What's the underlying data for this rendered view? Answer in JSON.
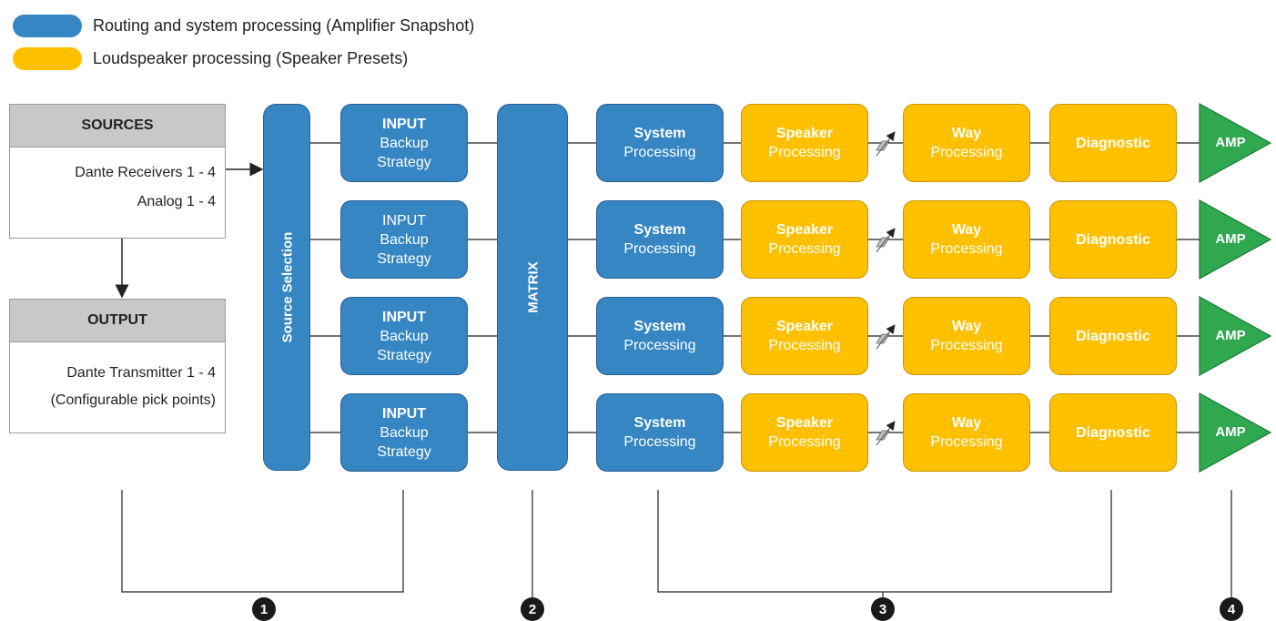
{
  "legend": [
    {
      "label": "Routing and system processing (Amplifier Snapshot)",
      "color": "#3586c2"
    },
    {
      "label": "Loudspeaker processing (Speaker Presets)",
      "color": "#ffc000"
    }
  ],
  "sources": {
    "title": "SOURCES",
    "line1": "Dante Receivers 1 - 4",
    "line2": "Analog 1 - 4"
  },
  "output": {
    "title": "OUTPUT",
    "line1": "Dante Transmitter 1 - 4",
    "line2": "(Configurable pick points)"
  },
  "source_selection": "Source Selection",
  "matrix": "MATRIX",
  "rows": [
    {
      "input_title": "INPUT",
      "input_line1": "Backup",
      "input_line2": "Strategy",
      "system_title": "System",
      "system_sub": "Processing",
      "speaker_title": "Speaker",
      "speaker_sub": "Processing",
      "way_title": "Way",
      "way_sub": "Processing",
      "diag": "Diagnostic",
      "amp": "AMP"
    },
    {
      "input_title": "INPUT",
      "input_line1": "Backup",
      "input_line2": "Strategy",
      "system_title": "System",
      "system_sub": "Processing",
      "speaker_title": "Speaker",
      "speaker_sub": "Processing",
      "way_title": "Way",
      "way_sub": "Processing",
      "diag": "Diagnostic",
      "amp": "AMP"
    },
    {
      "input_title": "INPUT",
      "input_line1": "Backup",
      "input_line2": "Strategy",
      "system_title": "System",
      "system_sub": "Processing",
      "speaker_title": "Speaker",
      "speaker_sub": "Processing",
      "way_title": "Way",
      "way_sub": "Processing",
      "diag": "Diagnostic",
      "amp": "AMP"
    },
    {
      "input_title": "INPUT",
      "input_line1": "Backup",
      "input_line2": "Strategy",
      "system_title": "System",
      "system_sub": "Processing",
      "speaker_title": "Speaker",
      "speaker_sub": "Processing",
      "way_title": "Way",
      "way_sub": "Processing",
      "diag": "Diagnostic",
      "amp": "AMP"
    }
  ],
  "markers": [
    "1",
    "2",
    "3",
    "4"
  ],
  "colors": {
    "blue": "#3586c2",
    "yellow": "#ffc000",
    "green": "#2fa84f"
  }
}
